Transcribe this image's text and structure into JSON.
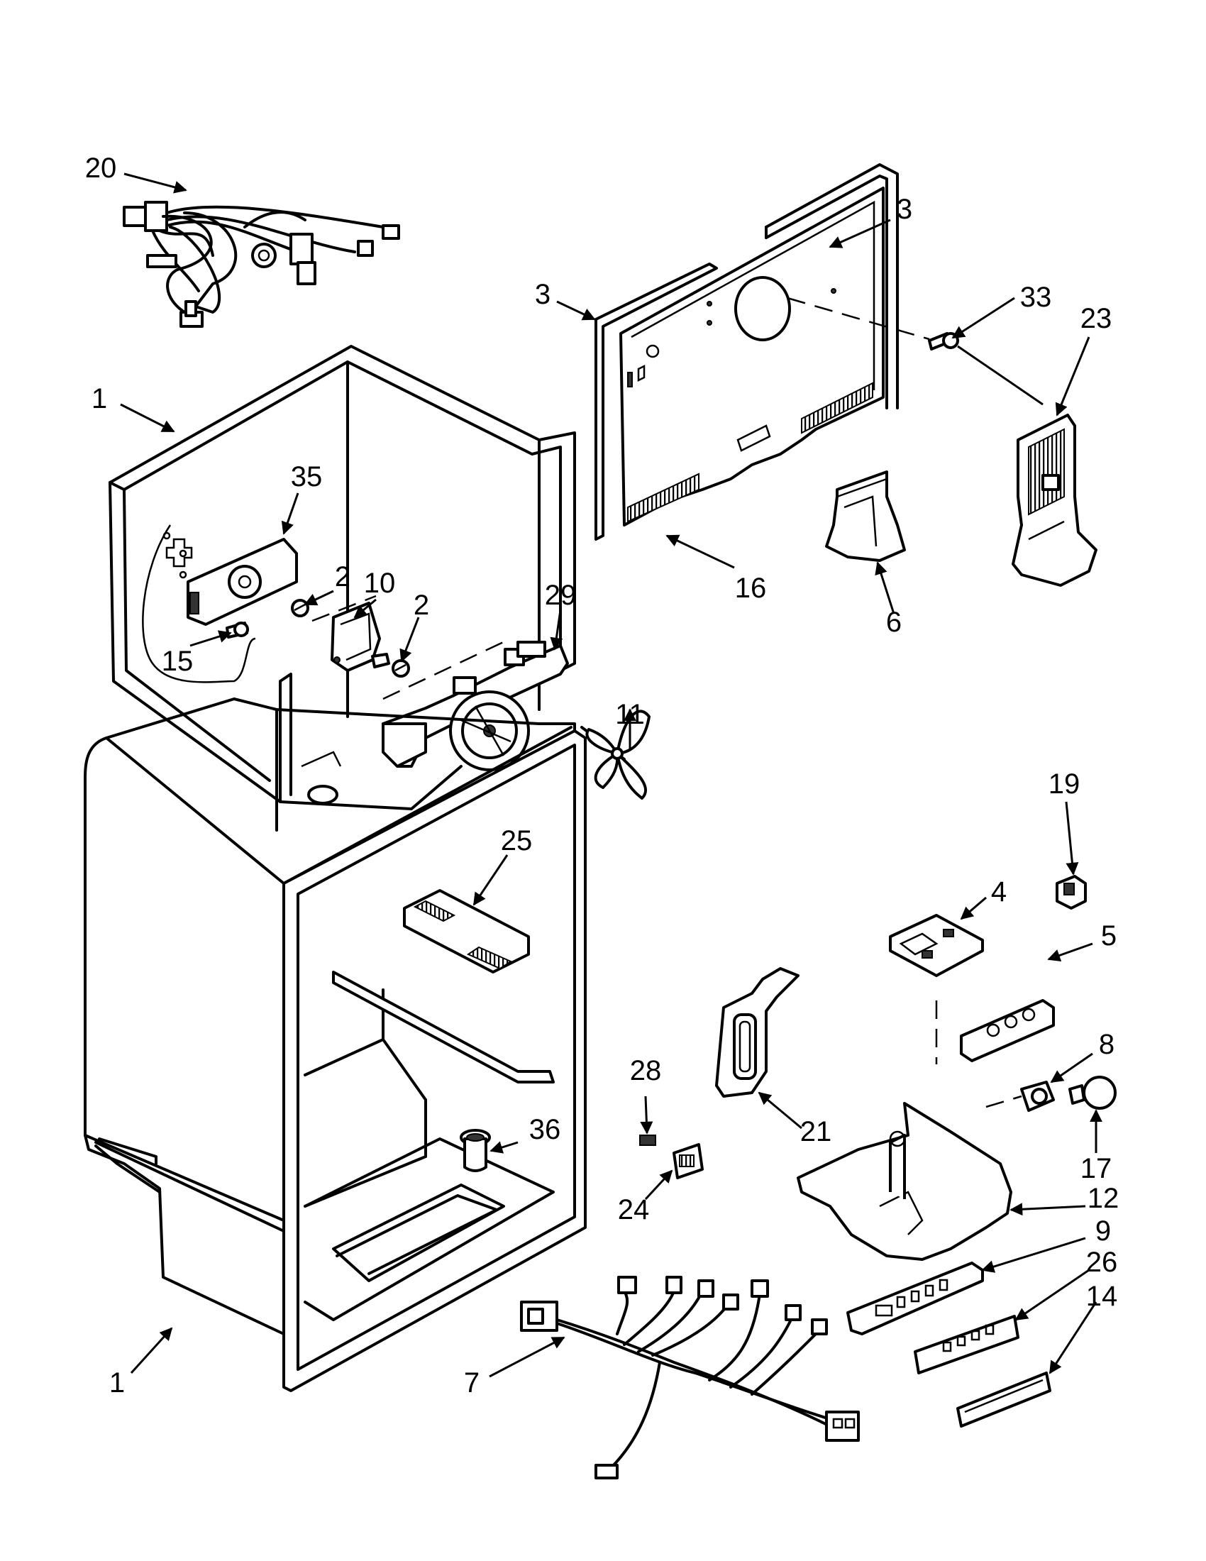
{
  "callouts": {
    "c1a": "1",
    "c1b": "1",
    "c2a": "2",
    "c2b": "2",
    "c3a": "3",
    "c3b": "3",
    "c4": "4",
    "c5": "5",
    "c6": "6",
    "c7": "7",
    "c8": "8",
    "c9": "9",
    "c10": "10",
    "c11": "11",
    "c12": "12",
    "c14": "14",
    "c15": "15",
    "c16": "16",
    "c17": "17",
    "c19": "19",
    "c20": "20",
    "c21": "21",
    "c23": "23",
    "c24": "24",
    "c25": "25",
    "c26": "26",
    "c28": "28",
    "c29": "29",
    "c33": "33",
    "c35": "35",
    "c36": "36"
  }
}
